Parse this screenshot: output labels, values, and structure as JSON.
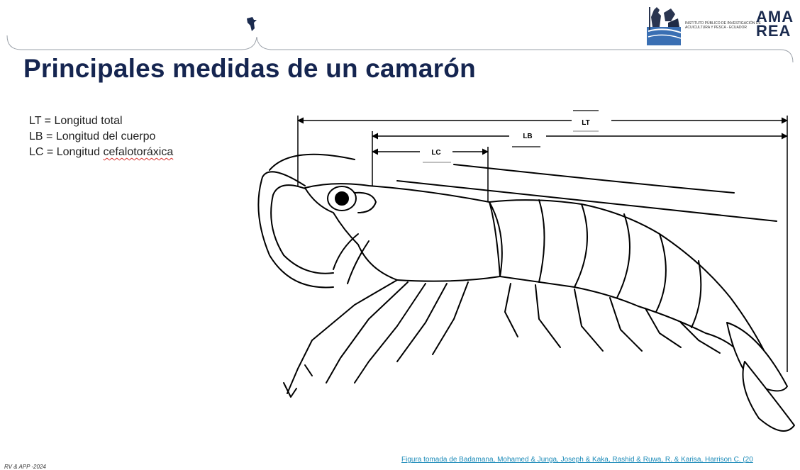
{
  "header": {
    "institute_text": "INSTITUTO PÚBLICO DE INVESTIGACIÓN DE ACUICULTURA Y PESCA - ECUADOR",
    "brand": "AMA REA"
  },
  "title": "Principales medidas de un camarón",
  "legend": {
    "lt": {
      "prefix": "LT = ",
      "text": "Longitud total"
    },
    "lb": {
      "prefix": "LB = ",
      "text": "Longitud del cuerpo"
    },
    "lc": {
      "prefix": "LC = Longitud ",
      "text_underlined": "cefalotoráxica"
    }
  },
  "diagram": {
    "labels": {
      "lt": "LT",
      "lb": "LB",
      "lc": "LC"
    }
  },
  "footer": {
    "left": "RV & APP -2024",
    "citation": "Figura tomada de Badamana, Mohamed & Junga, Joseph & Kaka, Rashid & Ruwa, R. & Karisa, Harrison C. (20"
  }
}
